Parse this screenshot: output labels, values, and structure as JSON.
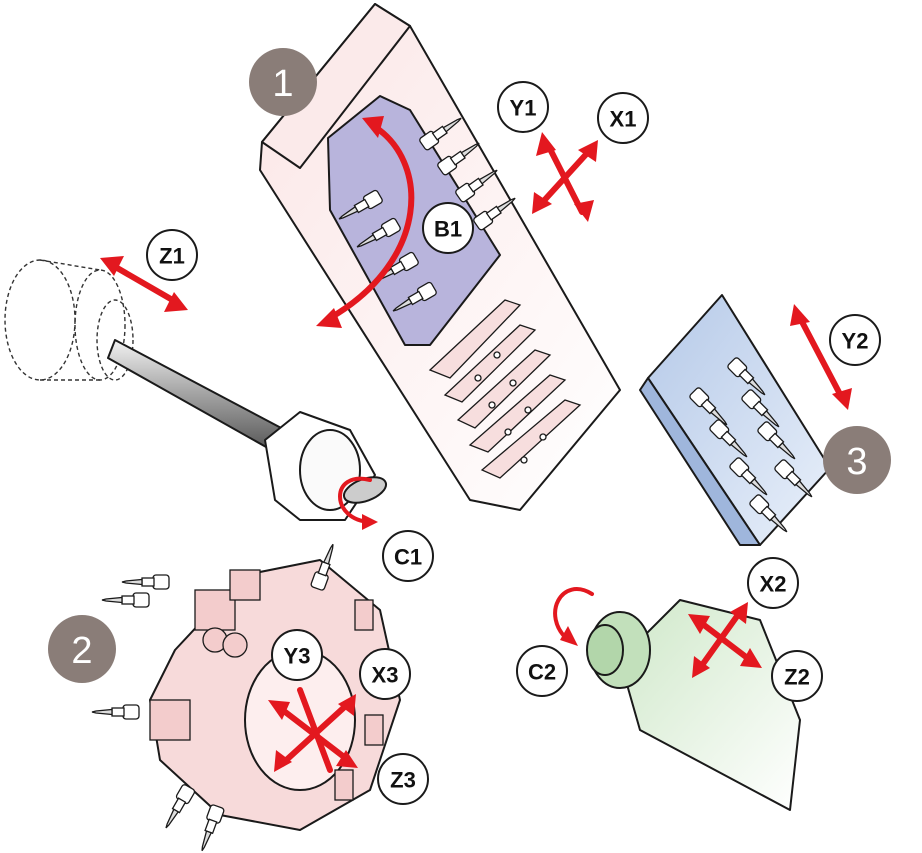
{
  "units": {
    "unit_1": "1",
    "unit_2": "2",
    "unit_3": "3"
  },
  "axes": {
    "y1": "Y1",
    "x1": "X1",
    "b1": "B1",
    "z1": "Z1",
    "c1": "C1",
    "y2": "Y2",
    "x2": "X2",
    "z2": "Z2",
    "c2": "C2",
    "y3": "Y3",
    "x3": "X3",
    "z3": "Z3"
  },
  "colors": {
    "arrow": "#e3181f",
    "badge": "#8a7d78",
    "turret1_body": "#f9e3e3",
    "turret1_plate": "#b7b3dc",
    "turret2_body": "#f6d4d4",
    "turret3_body": "#b9cdea",
    "spindle2_body": "#d6ecd2",
    "shaft": "#9a9a9a"
  }
}
